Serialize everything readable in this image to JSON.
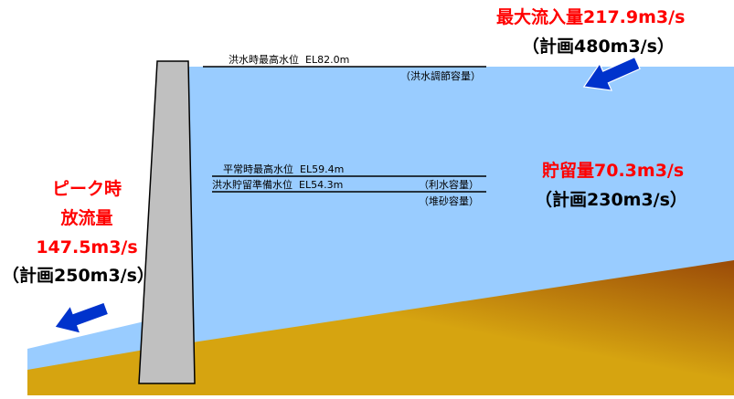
{
  "colors": {
    "reservoir": "#99ccff",
    "outflow": "#99ccff",
    "ground_light": "#d6a410",
    "ground_dark": "#9a4a08",
    "dam": "#c0c0c0",
    "arrow": "#0033cc",
    "red_text": "#ff0000"
  },
  "water_levels": {
    "flood_max": {
      "label": "洪水時最高水位",
      "elevation": "EL82.0m",
      "note": "（洪水調節容量）"
    },
    "normal_max": {
      "label": "平常時最高水位",
      "elevation": "EL59.4m"
    },
    "flood_prep": {
      "label": "洪水貯留準備水位",
      "elevation": "EL54.3m",
      "note": "（利水容量）"
    },
    "sediment": {
      "note": "（堆砂容量）"
    }
  },
  "inflow": {
    "label": "最大流入量",
    "value": "217.9m3/s",
    "plan": "（計画480m3/s）",
    "icon": "left-arrow-icon"
  },
  "storage": {
    "label": "貯留量",
    "value": "70.3m3/s",
    "plan": "（計画230m3/s）"
  },
  "outflow": {
    "label_line1": "ピーク時",
    "label_line2": "放流量",
    "value": "147.5m3/s",
    "plan": "（計画250m3/s）",
    "icon": "left-arrow-icon"
  }
}
